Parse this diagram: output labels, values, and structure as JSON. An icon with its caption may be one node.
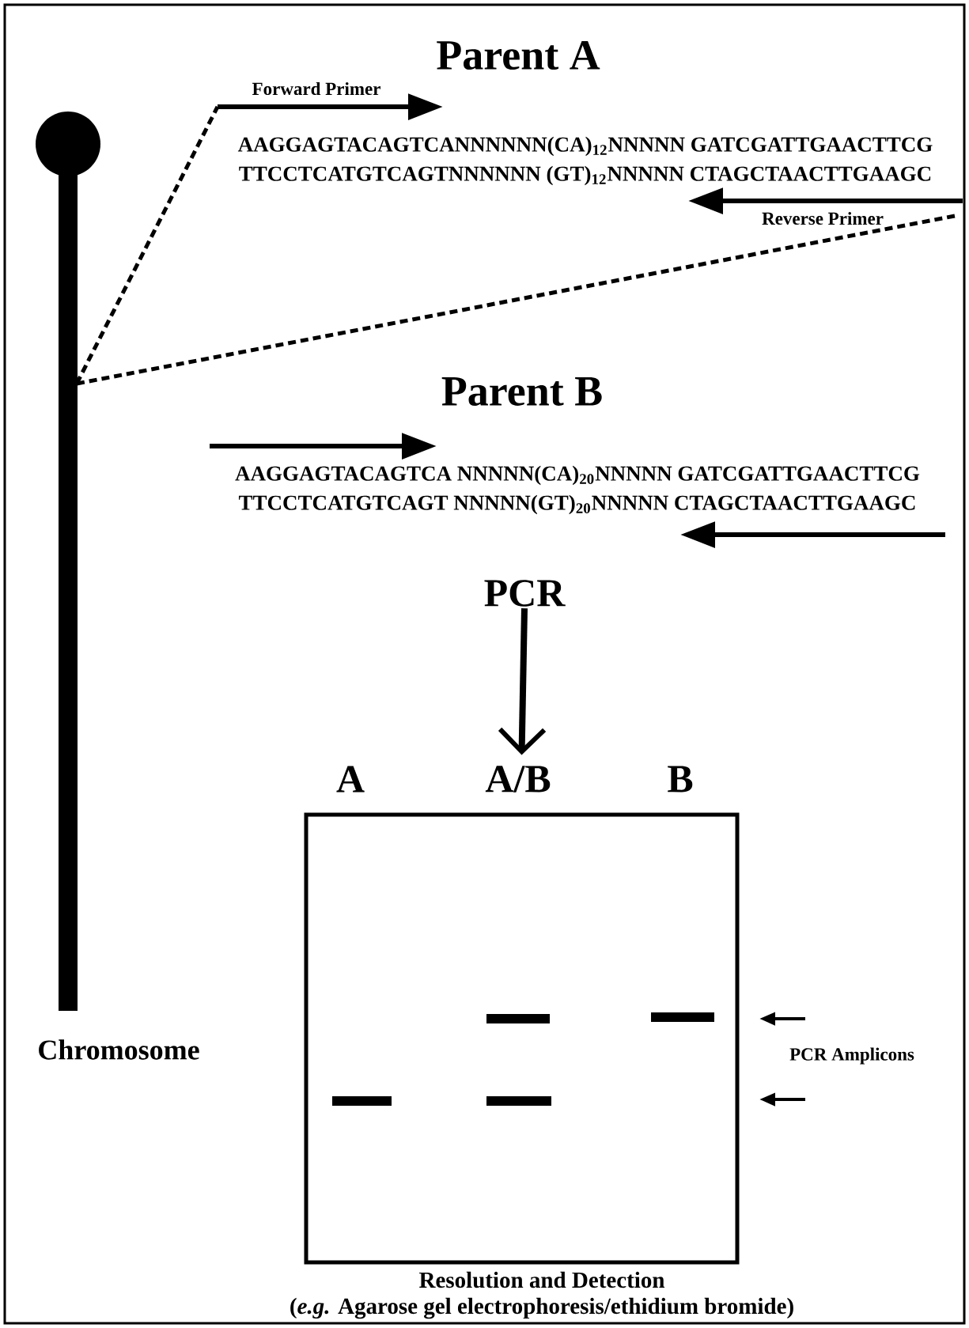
{
  "diagram": {
    "nodes": [
      {
        "text": [
          "PCR"
        ]
      },
      {
        "text": [
          "A",
          "A/B",
          "B"
        ],
        "beside": [
          "Resolution and Detection",
          "(*e.g.* Agarose gel electrophoresis/ethidium bromide)"
        ]
      }
    ],
    "edges": [
      {
        "from": 0,
        "to": 1,
        "arrow": "to"
      }
    ],
    "labels": [
      "Parent A",
      "Forward Primer",
      "AAGGAGTACAGTCANNNNNN(CA)$_{12}$NNNNN GATCGATTGAACTTCG",
      "TTCCTCATGTCAGTNNNNNN (GT)$_{12}$NNNNN CTAGCTAACTTGAAGC",
      "Reverse Primer",
      "Parent B",
      "AAGGAGTACAGTCA NNNNN(CA)$_{20}$NNNNN GATCGATTGAACTTCG",
      "TTCCTCATGTCAGT NNNNN(GT)$_{20}$NNNNN CTAGCTAACTTGAAGC",
      "Chromosome",
      "PCR Amplicons"
    ]
  }
}
